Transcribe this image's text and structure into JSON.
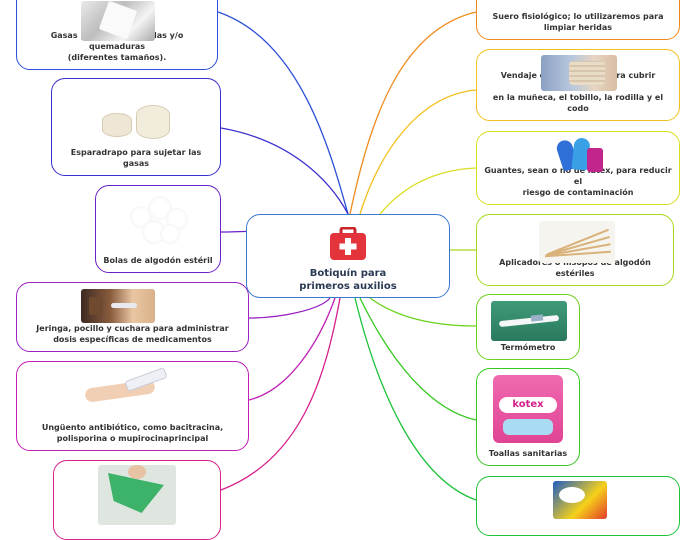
{
  "center": {
    "title_line1": "Botiquín para",
    "title_line2": "primeros auxilios",
    "icon": "first-aid-kit-icon"
  },
  "left": [
    {
      "label_line1": "Gasas para cubrir heridas y/o quemaduras",
      "label_line2": "(diferentes tamaños).",
      "color": "#2b4fd6",
      "image": "gauze-image"
    },
    {
      "label_line1": "Esparadrapo para sujetar las gasas",
      "label_line2": "",
      "color": "#3b2fcf",
      "image": "tape-rolls-image"
    },
    {
      "label_line1": "Bolas de algodón estéril",
      "label_line2": "",
      "color": "#6a22c8",
      "image": "cotton-balls-image"
    },
    {
      "label_line1": "Jeringa, pocillo y cuchara para administrar",
      "label_line2": "dosis específicas de medicamentos",
      "color": "#9a22c2",
      "image": "medicine-spoon-image"
    },
    {
      "label_line1": "Ungüento antibiótico, como bacitracina,",
      "label_line2": "polisporina o mupirocinaprincipal",
      "color": "#c21fb6",
      "image": "ointment-hand-image"
    },
    {
      "label_line1": "",
      "label_line2": "",
      "color": "#d61f8c",
      "image": "arm-sling-image"
    }
  ],
  "right": [
    {
      "label_line1": "Suero fisiológico; lo utilizaremos para",
      "label_line2": "limpiar heridas",
      "color": "#f08a1c",
      "image": "saline-image"
    },
    {
      "label_line1": "Vendaje elástico (ACE) para cubrir lesiones",
      "label_line2": "en la muñeca, el tobillo, la rodilla y el codo",
      "color": "#f2c01e",
      "image": "elastic-bandage-image"
    },
    {
      "label_line1": "Guantes, sean o no de látex, para reducir el",
      "label_line2": "riesgo de contaminación",
      "color": "#d9dd1e",
      "image": "gloves-image"
    },
    {
      "label_line1": "Aplicadores o hisopos de algodón estériles",
      "label_line2": "",
      "color": "#a6d81e",
      "image": "cotton-swabs-image"
    },
    {
      "label_line1": "Termómetro",
      "label_line2": "",
      "color": "#6cd21f",
      "image": "thermometer-image"
    },
    {
      "label_line1": "Toallas sanitarias",
      "label_line2": "",
      "color": "#35c91f",
      "image": "sanitary-pads-image"
    },
    {
      "label_line1": "",
      "label_line2": "",
      "color": "#1fc23a",
      "image": "alka-seltzer-image"
    }
  ]
}
